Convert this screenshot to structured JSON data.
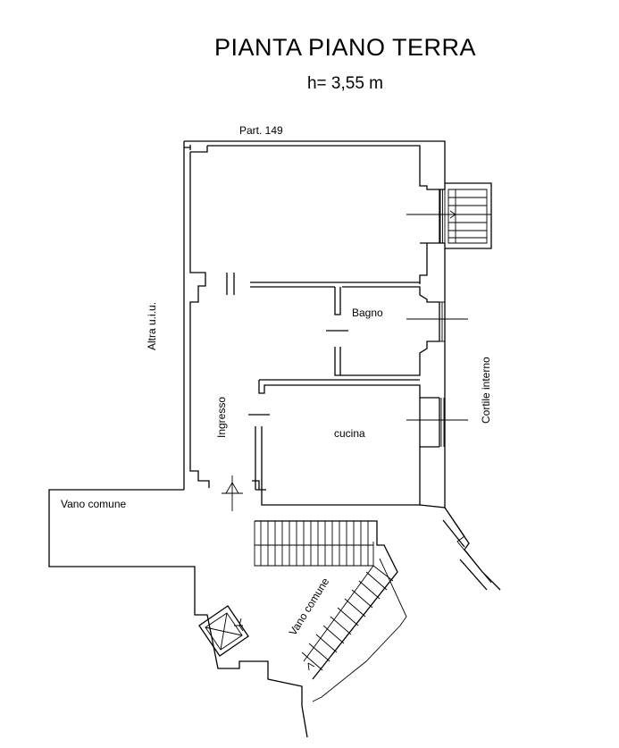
{
  "title": "PIANTA PIANO TERRA",
  "height_note": "h= 3,55 m",
  "labels": {
    "part": "Part. 149",
    "altra": "Altra u.i.u.",
    "bagno": "Bagno",
    "ingresso": "Ingresso",
    "cucina": "cucina",
    "cortile": "Cortile interno",
    "vano_comune_1": "Vano comune",
    "vano_comune_2": "Vano comune"
  }
}
